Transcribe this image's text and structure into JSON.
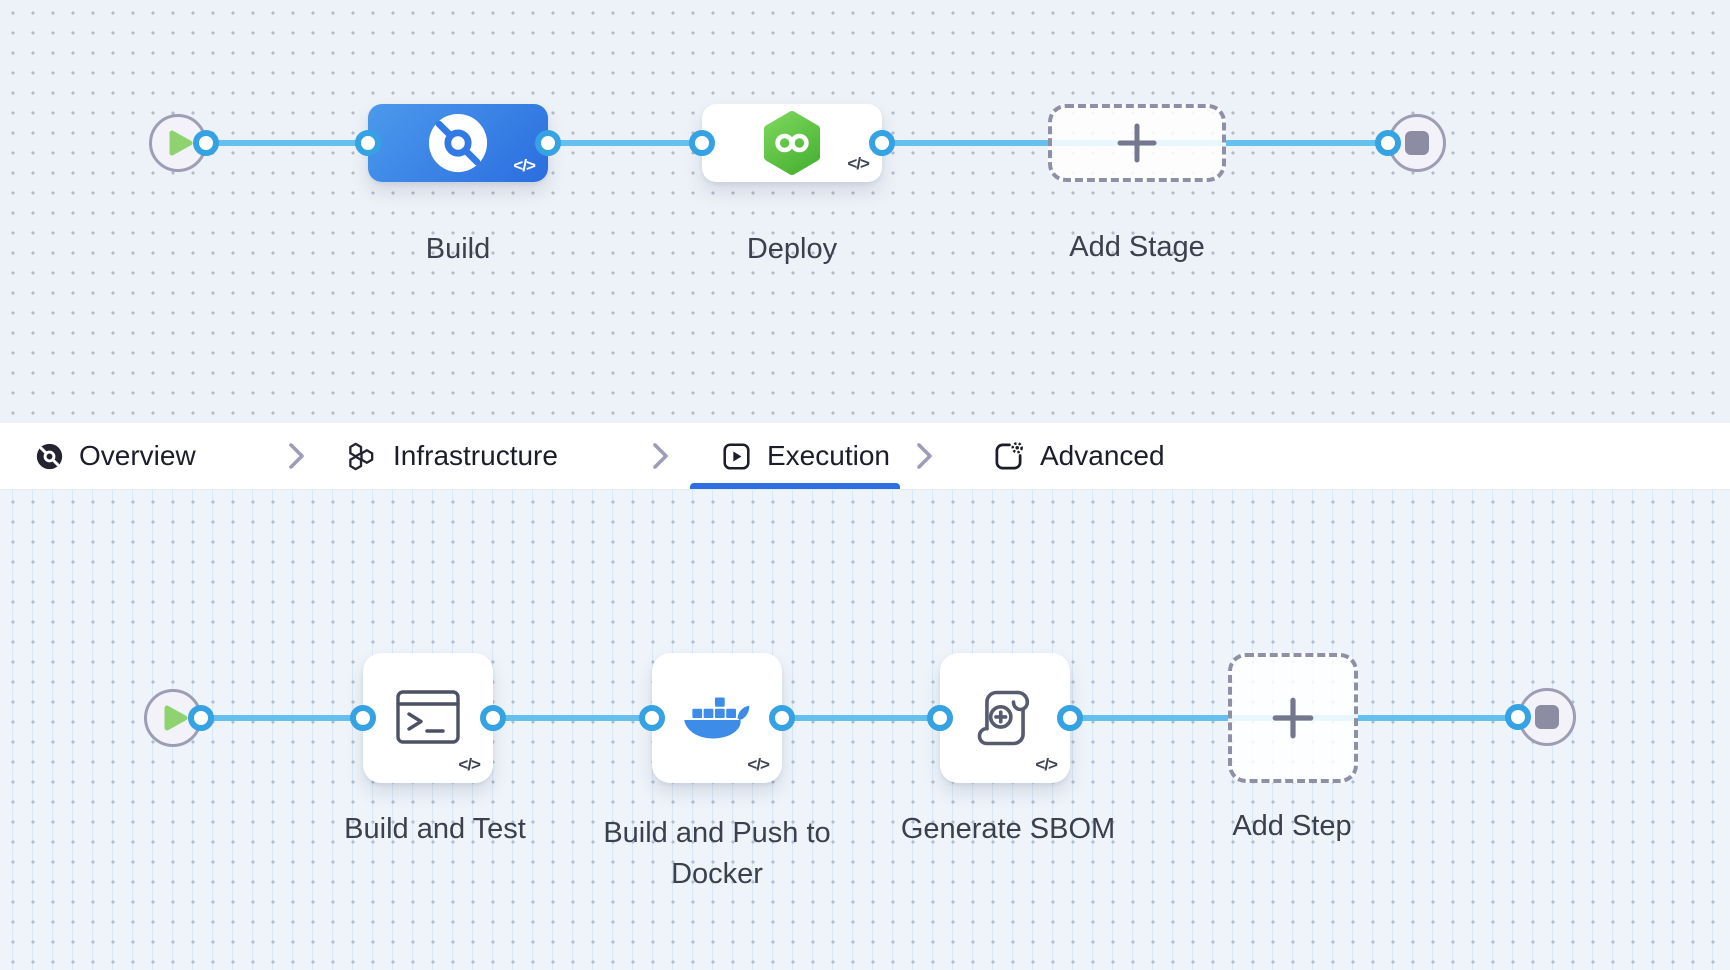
{
  "top_flow": {
    "stages": [
      {
        "label": "Build",
        "icon": "ci-build-icon",
        "code_badge": "</>",
        "selected": true
      },
      {
        "label": "Deploy",
        "icon": "cd-harness-icon",
        "code_badge": "</>",
        "selected": false
      },
      {
        "label": "Add Stage",
        "icon": "plus-icon",
        "placeholder": true
      }
    ],
    "start_icon": "play-icon",
    "end_icon": "stop-icon"
  },
  "tab_bar": {
    "tabs": [
      {
        "label": "Overview",
        "icon": "overview-icon",
        "active": false
      },
      {
        "label": "Infrastructure",
        "icon": "infrastructure-icon",
        "active": false
      },
      {
        "label": "Execution",
        "icon": "execution-icon",
        "active": true
      },
      {
        "label": "Advanced",
        "icon": "advanced-icon",
        "active": false
      }
    ],
    "separator_icon": "chevron-right-icon"
  },
  "bottom_flow": {
    "steps": [
      {
        "label": "Build and Test",
        "icon": "terminal-icon",
        "code_badge": "</>"
      },
      {
        "label": "Build and Push to Docker",
        "icon": "docker-icon",
        "code_badge": "</>"
      },
      {
        "label": "Generate SBOM",
        "icon": "sbom-scroll-icon",
        "code_badge": "</>"
      },
      {
        "label": "Add Step",
        "icon": "plus-icon"
      }
    ],
    "start_icon": "play-icon",
    "end_icon": "stop-icon"
  },
  "colors": {
    "connector": "#66c0ee",
    "port_ring": "#34a2e3",
    "selected_stage_start": "#4b9aec",
    "selected_stage_end": "#2b6ddf",
    "tab_underline": "#2d6fe2",
    "canvas_top_bg": "#edf2f8",
    "canvas_bottom_bg": "#eff4fa",
    "play_green": "#8ed370",
    "stop_gray": "#8c8da3",
    "docker_blue": "#3d8de8",
    "harness_green": "#5fc243"
  }
}
